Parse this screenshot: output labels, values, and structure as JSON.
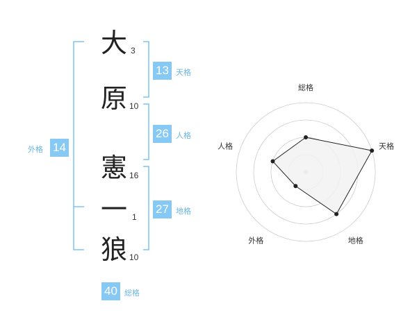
{
  "name_chars": [
    {
      "char": "大",
      "strokes": "3"
    },
    {
      "char": "原",
      "strokes": "10"
    },
    {
      "char": "憲",
      "strokes": "16"
    },
    {
      "char": "一",
      "strokes": "1"
    },
    {
      "char": "狼",
      "strokes": "10"
    }
  ],
  "fortunes": {
    "ten": {
      "value": "13",
      "label": "天格"
    },
    "jin": {
      "value": "26",
      "label": "人格"
    },
    "chi": {
      "value": "27",
      "label": "地格"
    },
    "gai": {
      "value": "14",
      "label": "外格"
    },
    "sou": {
      "value": "40",
      "label": "総格"
    }
  },
  "chart_data": {
    "type": "radar",
    "axes": [
      "総格",
      "天格",
      "地格",
      "外格",
      "人格"
    ],
    "values": [
      0.5,
      1.0,
      0.75,
      0.25,
      0.5
    ],
    "rings": 4,
    "colors": {
      "fill": "#f2f2f2",
      "stroke": "#222222",
      "grid": "#cccccc"
    }
  },
  "colors": {
    "accent": "#86c9f4",
    "bracket": "#7cc4f2",
    "label": "#6ab6e6"
  }
}
